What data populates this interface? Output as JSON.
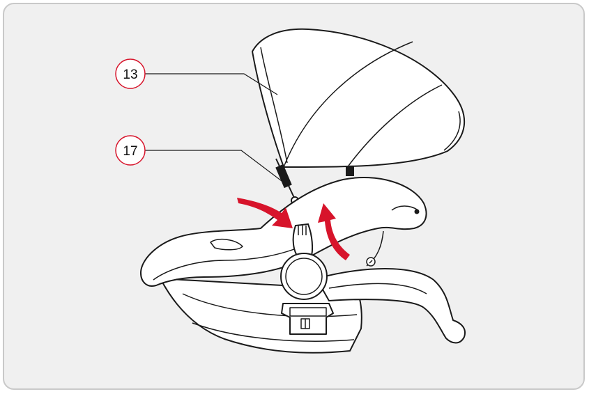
{
  "callouts": [
    {
      "id": "callout-13",
      "label": "13",
      "part": "canopy"
    },
    {
      "id": "callout-17",
      "label": "17",
      "part": "canopy-attachment-clip"
    }
  ],
  "colors": {
    "panel_bg": "#f0f0f0",
    "panel_border": "#c9c9c9",
    "line": "#1a1a1a",
    "part_fill": "#ffffff",
    "arrow": "#d7142b",
    "callout_ring": "#d7142b"
  },
  "arrows": [
    {
      "name": "push-down-arrow",
      "direction": "down-right"
    },
    {
      "name": "lift-up-arrow",
      "direction": "up"
    }
  ]
}
